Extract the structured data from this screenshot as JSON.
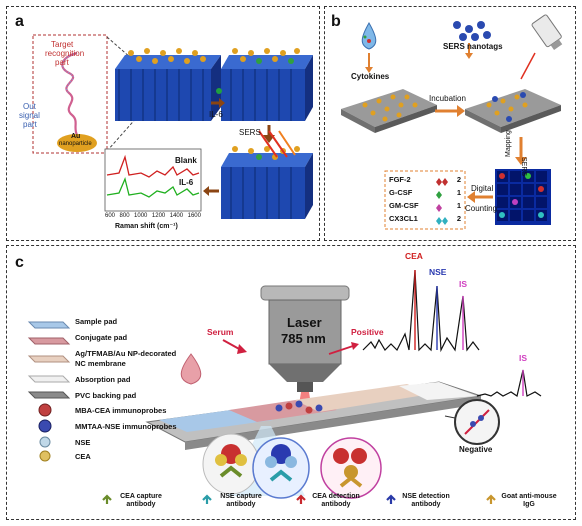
{
  "panel_a": {
    "label": "a",
    "target_recognition_line1": "Target",
    "target_recognition_line2": "recognition",
    "target_recognition_line3": "part",
    "out_signal_line1": "Out",
    "out_signal_line2": "signal",
    "out_signal_line3": "part",
    "au_line1": "Au",
    "au_line2": "nanoparticle",
    "il6_top": "IL-6",
    "sers": "SERS",
    "blank": "Blank",
    "il6_spectrum": "IL-6",
    "ticks": [
      "600",
      "800",
      "1000",
      "1200",
      "1400",
      "1600"
    ],
    "xlabel": "Raman shift (cm⁻¹)"
  },
  "panel_b": {
    "label": "b",
    "cytokines": "Cytokines",
    "sers_nanotags": "SERS nanotags",
    "incubation": "Incubation",
    "mapping": "Mapping",
    "sers": "SERS",
    "digital_line1": "Digital",
    "digital_line2": "Counting",
    "table": [
      {
        "name": "FGF-2",
        "count": "2"
      },
      {
        "name": "G-CSF",
        "count": "1"
      },
      {
        "name": "GM-CSF",
        "count": "1"
      },
      {
        "name": "CX3CL1",
        "count": "2"
      }
    ]
  },
  "panel_c": {
    "label": "c",
    "legend": [
      "Sample pad",
      "Conjugate pad",
      "Ag/TFMAB/Au NP-decorated",
      "NC membrane",
      "Absorption pad",
      "PVC backing pad",
      "MBA-CEA immunoprobes",
      "MMTAA-NSE immunoprobes",
      "NSE",
      "CEA"
    ],
    "serum": "Serum",
    "laser_line1": "Laser",
    "laser_line2": "785 nm",
    "positive": "Positive",
    "negative": "Negative",
    "cea": "CEA",
    "nse": "NSE",
    "is_1": "IS",
    "is_2": "IS",
    "bottom_legend": [
      {
        "line1": "CEA capture",
        "line2": "antibody",
        "color": "#6a8c2a"
      },
      {
        "line1": "NSE capture",
        "line2": "antibody",
        "color": "#2a9da8"
      },
      {
        "line1": "CEA detection",
        "line2": "antibody",
        "color": "#c8282e"
      },
      {
        "line1": "NSE detection",
        "line2": "antibody",
        "color": "#2a3aa8"
      },
      {
        "line1": "Goat anti-mouse",
        "line2": "IgG",
        "color": "#c8962e"
      }
    ]
  }
}
